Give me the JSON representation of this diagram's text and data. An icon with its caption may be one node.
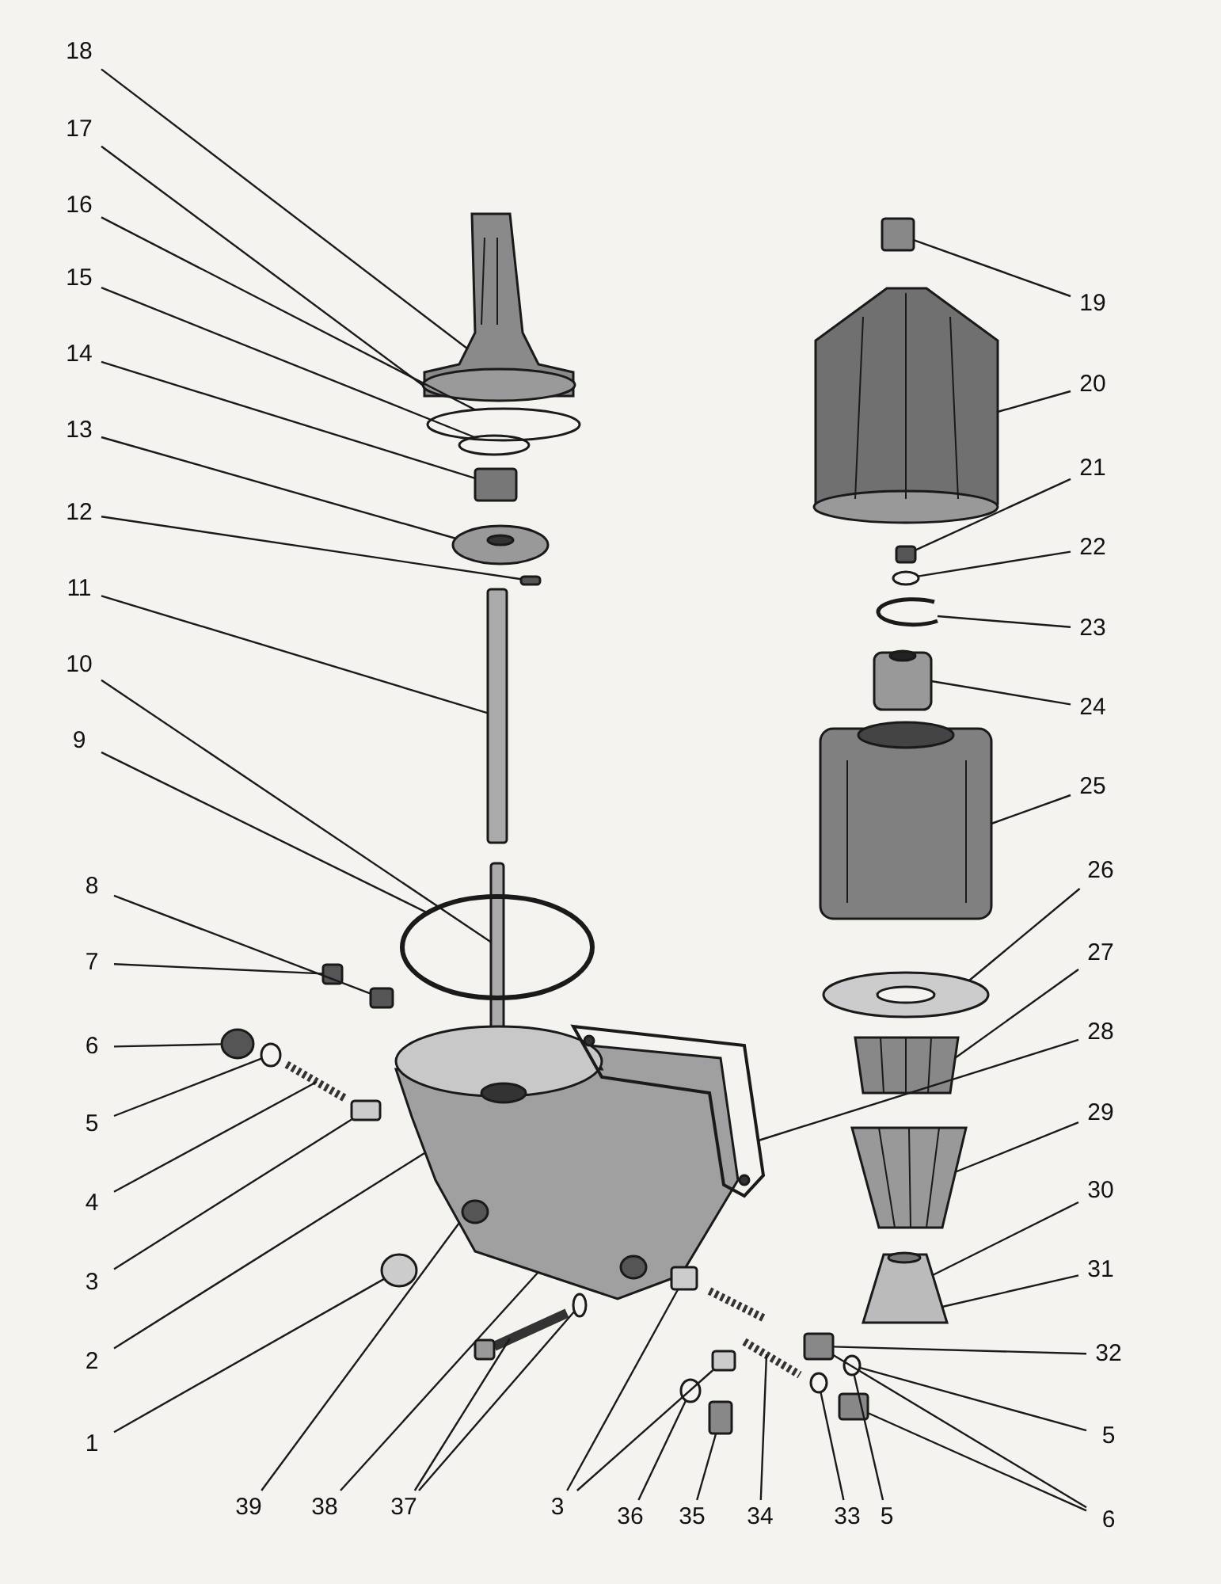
{
  "diagram": {
    "nodes": [
      {
        "text": [
          "18"
        ]
      },
      {
        "text": [
          "17"
        ]
      },
      {
        "text": [
          "16"
        ]
      },
      {
        "text": [
          "15"
        ]
      },
      {
        "text": [
          "14"
        ]
      },
      {
        "text": [
          "13"
        ]
      },
      {
        "text": [
          "12"
        ]
      },
      {
        "text": [
          "11"
        ]
      },
      {
        "text": [
          "10"
        ]
      },
      {
        "text": [
          "9"
        ]
      },
      {
        "text": [
          "8"
        ]
      },
      {
        "text": [
          "7"
        ]
      },
      {
        "text": [
          "6"
        ]
      },
      {
        "text": [
          "5"
        ]
      },
      {
        "text": [
          "4"
        ]
      },
      {
        "text": [
          "3"
        ]
      },
      {
        "text": [
          "2"
        ]
      },
      {
        "text": [
          "1"
        ]
      },
      {
        "text": [
          "19"
        ]
      },
      {
        "text": [
          "20"
        ]
      },
      {
        "text": [
          "21"
        ]
      },
      {
        "text": [
          "22"
        ]
      },
      {
        "text": [
          "23"
        ]
      },
      {
        "text": [
          "24"
        ]
      },
      {
        "text": [
          "25"
        ]
      },
      {
        "text": [
          "26"
        ]
      },
      {
        "text": [
          "27"
        ]
      },
      {
        "text": [
          "28"
        ]
      },
      {
        "text": [
          "29"
        ]
      },
      {
        "text": [
          "30"
        ]
      },
      {
        "text": [
          "31"
        ]
      },
      {
        "text": [
          "32"
        ]
      },
      {
        "text": [
          "5"
        ]
      },
      {
        "text": [
          "39"
        ]
      },
      {
        "text": [
          "38"
        ]
      },
      {
        "text": [
          "37"
        ]
      },
      {
        "text": [
          "3"
        ]
      },
      {
        "text": [
          "36"
        ]
      },
      {
        "text": [
          "35"
        ]
      },
      {
        "text": [
          "34"
        ]
      },
      {
        "text": [
          "33"
        ]
      },
      {
        "text": [
          "5"
        ]
      },
      {
        "text": [
          "6"
        ]
      },
      {
        "text": [],
        "shape": "picture"
      },
      {
        "text": [],
        "shape": "circle"
      },
      {
        "text": [],
        "shape": "circle"
      },
      {
        "text": [],
        "shape": "box"
      },
      {
        "text": [],
        "shape": "picture"
      },
      {
        "text": [],
        "shape": "box"
      },
      {
        "text": [],
        "shape": "box"
      },
      {
        "text": [],
        "shape": "box"
      },
      {
        "text": [],
        "shape": "circle"
      },
      {
        "text": [],
        "shape": "box"
      },
      {
        "text": [],
        "shape": "box"
      },
      {
        "text": [],
        "shape": "circle"
      },
      {
        "text": [],
        "shape": "circle"
      },
      {
        "text": [],
        "shape": "picture"
      },
      {
        "text": [],
        "shape": "box"
      },
      {
        "text": [],
        "shape": "picture"
      },
      {
        "text": [],
        "shape": "circle"
      },
      {
        "text": [],
        "shape": "box"
      },
      {
        "text": [],
        "shape": "picture"
      },
      {
        "text": [],
        "shape": "box"
      },
      {
        "text": [],
        "shape": "circle"
      },
      {
        "text": [],
        "shape": "picture"
      },
      {
        "text": [],
        "shape": "picture"
      },
      {
        "text": [],
        "shape": "picture"
      },
      {
        "text": [],
        "shape": "picture"
      },
      {
        "text": [],
        "shape": "picture"
      },
      {
        "text": [],
        "shape": "picture"
      },
      {
        "text": [],
        "shape": "picture"
      },
      {
        "text": [],
        "shape": "picture"
      },
      {
        "text": [],
        "shape": "box"
      },
      {
        "text": [],
        "shape": "picture"
      },
      {
        "text": [],
        "shape": "circle"
      },
      {
        "text": [],
        "shape": "box"
      },
      {
        "text": [],
        "shape": "box"
      },
      {
        "text": [],
        "shape": "circle"
      },
      {
        "text": [],
        "shape": "box"
      },
      {
        "text": [],
        "shape": "picture"
      },
      {
        "text": [],
        "shape": "circle"
      },
      {
        "text": [],
        "shape": "circle"
      },
      {
        "text": [],
        "shape": "box"
      }
    ],
    "edges": [
      {
        "from": 0,
        "to": 43,
        "arrow": "none"
      },
      {
        "from": 1,
        "to": 43,
        "arrow": "none"
      },
      {
        "from": 2,
        "to": 44,
        "arrow": "none"
      },
      {
        "from": 3,
        "to": 45,
        "arrow": "none"
      },
      {
        "from": 4,
        "to": 46,
        "arrow": "none"
      },
      {
        "from": 5,
        "to": 47,
        "arrow": "none"
      },
      {
        "from": 6,
        "to": 48,
        "arrow": "none"
      },
      {
        "from": 7,
        "to": 49,
        "arrow": "none"
      },
      {
        "from": 8,
        "to": 50,
        "arrow": "none"
      },
      {
        "from": 9,
        "to": 51,
        "arrow": "none"
      },
      {
        "from": 10,
        "to": 52,
        "arrow": "none"
      },
      {
        "from": 11,
        "to": 53,
        "arrow": "none"
      },
      {
        "from": 12,
        "to": 54,
        "arrow": "none"
      },
      {
        "from": 13,
        "to": 55,
        "arrow": "none"
      },
      {
        "from": 14,
        "to": 56,
        "arrow": "none"
      },
      {
        "from": 15,
        "to": 57,
        "arrow": "none"
      },
      {
        "from": 16,
        "to": 58,
        "arrow": "none"
      },
      {
        "from": 17,
        "to": 59,
        "arrow": "none"
      },
      {
        "from": 18,
        "to": 60,
        "arrow": "none"
      },
      {
        "from": 19,
        "to": 61,
        "arrow": "none"
      },
      {
        "from": 20,
        "to": 62,
        "arrow": "none"
      },
      {
        "from": 21,
        "to": 63,
        "arrow": "none"
      },
      {
        "from": 22,
        "to": 64,
        "arrow": "none"
      },
      {
        "from": 23,
        "to": 65,
        "arrow": "none"
      },
      {
        "from": 24,
        "to": 66,
        "arrow": "none"
      },
      {
        "from": 25,
        "to": 67,
        "arrow": "none"
      },
      {
        "from": 26,
        "to": 68,
        "arrow": "none"
      },
      {
        "from": 27,
        "to": 69,
        "arrow": "none"
      },
      {
        "from": 28,
        "to": 70,
        "arrow": "none"
      },
      {
        "from": 29,
        "to": 71,
        "arrow": "none"
      },
      {
        "from": 30,
        "to": 71,
        "arrow": "none"
      },
      {
        "from": 31,
        "to": 72,
        "arrow": "none"
      },
      {
        "from": 32,
        "to": 81,
        "arrow": "none"
      },
      {
        "from": 33,
        "to": 58,
        "arrow": "none"
      },
      {
        "from": 34,
        "to": 58,
        "arrow": "none"
      },
      {
        "from": 35,
        "to": 73,
        "arrow": "none"
      },
      {
        "from": 35,
        "to": 74,
        "arrow": "none"
      },
      {
        "from": 36,
        "to": 75,
        "arrow": "none"
      },
      {
        "from": 36,
        "to": 76,
        "arrow": "none"
      },
      {
        "from": 37,
        "to": 77,
        "arrow": "none"
      },
      {
        "from": 38,
        "to": 78,
        "arrow": "none"
      },
      {
        "from": 39,
        "to": 79,
        "arrow": "none"
      },
      {
        "from": 40,
        "to": 80,
        "arrow": "none"
      },
      {
        "from": 41,
        "to": 81,
        "arrow": "none"
      },
      {
        "from": 42,
        "to": 72,
        "arrow": "none"
      },
      {
        "from": 42,
        "to": 82,
        "arrow": "none"
      }
    ]
  }
}
